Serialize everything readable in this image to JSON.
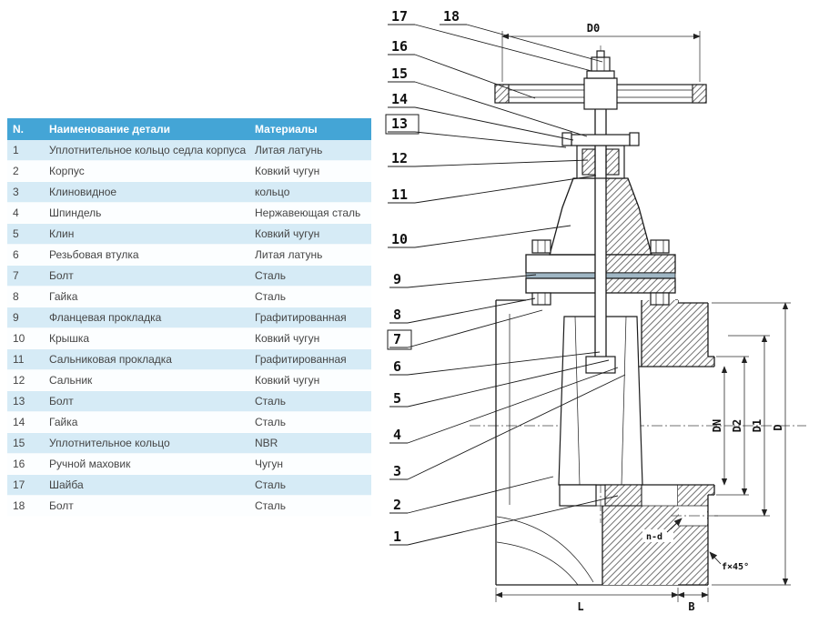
{
  "table": {
    "headers": [
      "N.",
      "Наименование детали",
      "Материалы"
    ],
    "rows": [
      {
        "n": "1",
        "name": "Уплотнительное кольцо седла корпуса",
        "material": "Литая латунь"
      },
      {
        "n": "2",
        "name": "Корпус",
        "material": "Ковкий чугун"
      },
      {
        "n": "3",
        "name": "Клиновидное",
        "material": "кольцо"
      },
      {
        "n": "4",
        "name": "Шпиндель",
        "material": "Нержавеющая сталь"
      },
      {
        "n": "5",
        "name": "Клин",
        "material": "Ковкий чугун"
      },
      {
        "n": "6",
        "name": "Резьбовая втулка",
        "material": "Литая латунь"
      },
      {
        "n": "7",
        "name": "Болт",
        "material": "Сталь"
      },
      {
        "n": "8",
        "name": "Гайка",
        "material": "Сталь"
      },
      {
        "n": "9",
        "name": "Фланцевая прокладка",
        "material": "Графитированная"
      },
      {
        "n": "10",
        "name": "Крышка",
        "material": "Ковкий чугун"
      },
      {
        "n": "11",
        "name": "Сальниковая прокладка",
        "material": "Графитированная"
      },
      {
        "n": "12",
        "name": "Сальник",
        "material": "Ковкий чугун"
      },
      {
        "n": "13",
        "name": "Болт",
        "material": "Сталь"
      },
      {
        "n": "14",
        "name": "Гайка",
        "material": "Сталь"
      },
      {
        "n": "15",
        "name": "Уплотнительное кольцо",
        "material": "NBR"
      },
      {
        "n": "16",
        "name": "Ручной маховик",
        "material": "Чугун"
      },
      {
        "n": "17",
        "name": "Шайба",
        "material": "Сталь"
      },
      {
        "n": "18",
        "name": "Болт",
        "material": "Сталь"
      }
    ]
  },
  "drawing": {
    "callouts": [
      "17",
      "18",
      "16",
      "15",
      "14",
      "13",
      "12",
      "11",
      "10",
      "9",
      "8",
      "7",
      "6",
      "5",
      "4",
      "3",
      "2",
      "1"
    ],
    "boxed_callouts": [
      "13",
      "7"
    ],
    "dimensions": {
      "d0": "D0",
      "dn": "DN",
      "d2": "D2",
      "d1": "D1",
      "d": "D",
      "n_d": "n-d",
      "chamfer": "f×45°",
      "b": "B",
      "l": "L"
    }
  },
  "colors": {
    "header_bg": "#44a5d6",
    "row_alt": "#d6ebf6",
    "row_base": "#fcfeff",
    "line": "#1b1b1b"
  }
}
